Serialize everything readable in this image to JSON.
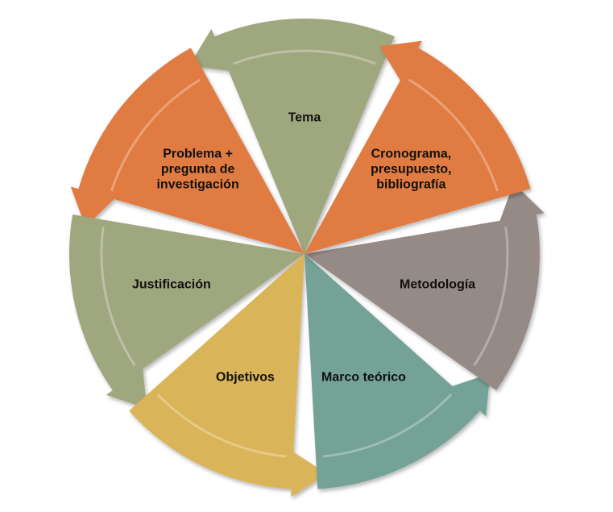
{
  "diagram": {
    "type": "cycle",
    "segments": [
      {
        "label_lines": [
          "Tema"
        ],
        "color": "#9fa77f"
      },
      {
        "label_lines": [
          "Problema +",
          "pregunta de",
          "investigación"
        ],
        "color": "#e07b42"
      },
      {
        "label_lines": [
          "Justificación"
        ],
        "color": "#9fa77f"
      },
      {
        "label_lines": [
          "Objetivos"
        ],
        "color": "#dab458"
      },
      {
        "label_lines": [
          "Marco teórico"
        ],
        "color": "#74a296"
      },
      {
        "label_lines": [
          "Metodología"
        ],
        "color": "#968a86"
      },
      {
        "label_lines": [
          "Cronograma,",
          "presupuesto,",
          "bibliografía"
        ],
        "color": "#e07b42"
      }
    ]
  }
}
